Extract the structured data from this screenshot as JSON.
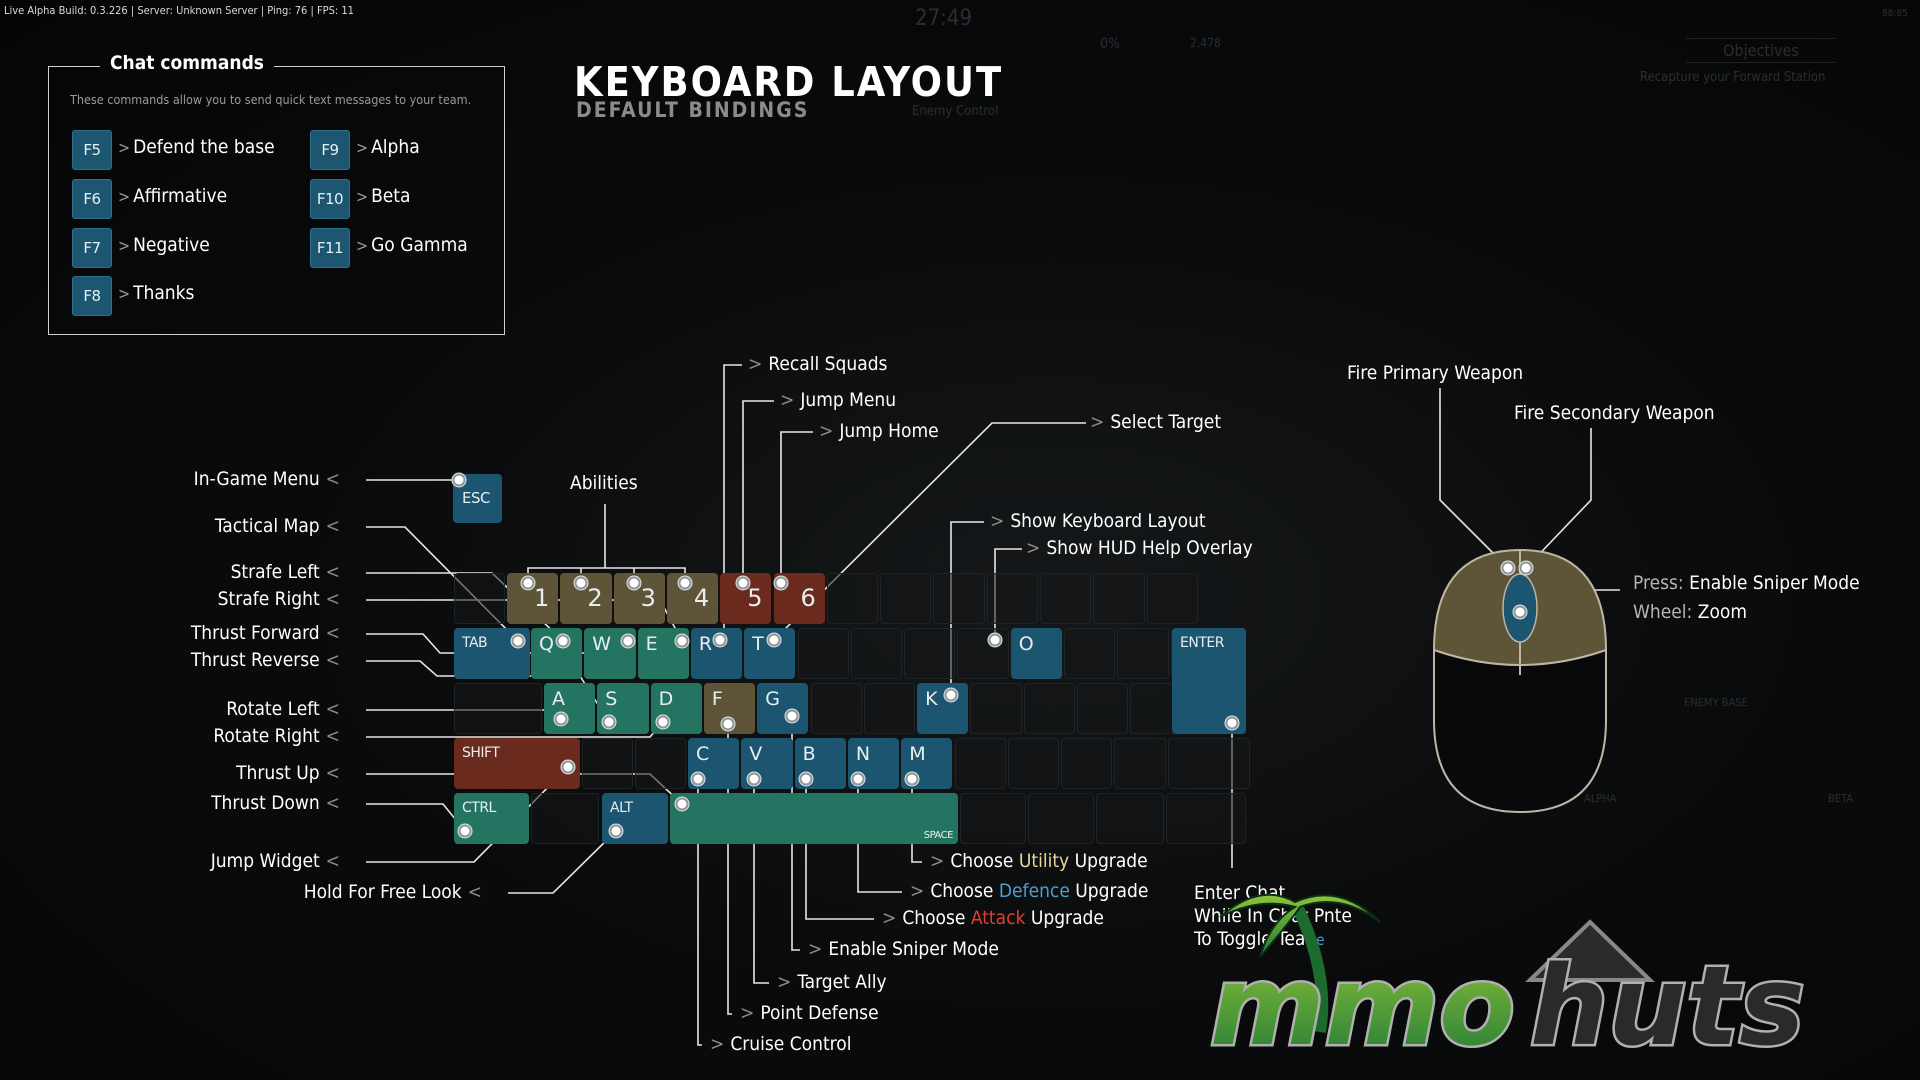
{
  "status_bar": "Live Alpha Build: 0.3.226 | Server: Unknown Server | Ping: 76 | FPS: 11",
  "background_hud": {
    "timer": "27:49",
    "enemy_control": "Enemy Control",
    "percent": "0%",
    "score": "2,478",
    "objectives_title": "Objectives",
    "objective": "Recapture your Forward Station",
    "clock": "88:85",
    "map_labels": [
      "ENEMY BASE",
      "ALPHA",
      "BETA"
    ]
  },
  "chat": {
    "title": "Chat commands",
    "description": "These commands allow you to send quick text messages to your team.",
    "commands": [
      {
        "key": "F5",
        "text": "Defend the base"
      },
      {
        "key": "F6",
        "text": "Affirmative"
      },
      {
        "key": "F7",
        "text": "Negative"
      },
      {
        "key": "F8",
        "text": "Thanks"
      },
      {
        "key": "F9",
        "text": "Alpha"
      },
      {
        "key": "F10",
        "text": "Beta"
      },
      {
        "key": "F11",
        "text": "Go Gamma"
      }
    ]
  },
  "header": {
    "title": "KEYBOARD LAYOUT",
    "subtitle": "DEFAULT BINDINGS"
  },
  "colors": {
    "blue": "#1b5570",
    "teal": "#237562",
    "olive": "#5e5438",
    "red": "#6a2a1e",
    "utility": "#e8d79a",
    "defence": "#4a9fd0",
    "attack": "#e0402c"
  },
  "keys": [
    {
      "id": "esc",
      "label": "ESC",
      "color": "blue"
    },
    {
      "id": "1",
      "label": "1",
      "color": "olive"
    },
    {
      "id": "2",
      "label": "2",
      "color": "olive"
    },
    {
      "id": "3",
      "label": "3",
      "color": "olive"
    },
    {
      "id": "4",
      "label": "4",
      "color": "olive"
    },
    {
      "id": "5",
      "label": "5",
      "color": "red"
    },
    {
      "id": "6",
      "label": "6",
      "color": "red"
    },
    {
      "id": "tab",
      "label": "TAB",
      "color": "blue"
    },
    {
      "id": "q",
      "label": "Q",
      "color": "teal"
    },
    {
      "id": "w",
      "label": "W",
      "color": "teal"
    },
    {
      "id": "e",
      "label": "E",
      "color": "teal"
    },
    {
      "id": "r",
      "label": "R",
      "color": "blue"
    },
    {
      "id": "t",
      "label": "T",
      "color": "blue"
    },
    {
      "id": "o",
      "label": "O",
      "color": "blue"
    },
    {
      "id": "enter",
      "label": "ENTER",
      "color": "blue"
    },
    {
      "id": "a",
      "label": "A",
      "color": "teal"
    },
    {
      "id": "s",
      "label": "S",
      "color": "teal"
    },
    {
      "id": "d",
      "label": "D",
      "color": "teal"
    },
    {
      "id": "f",
      "label": "F",
      "color": "olive"
    },
    {
      "id": "g",
      "label": "G",
      "color": "blue"
    },
    {
      "id": "k",
      "label": "K",
      "color": "blue"
    },
    {
      "id": "shift",
      "label": "SHIFT",
      "color": "red"
    },
    {
      "id": "c",
      "label": "C",
      "color": "blue"
    },
    {
      "id": "v",
      "label": "V",
      "color": "blue"
    },
    {
      "id": "b",
      "label": "B",
      "color": "blue"
    },
    {
      "id": "n",
      "label": "N",
      "color": "blue"
    },
    {
      "id": "m",
      "label": "M",
      "color": "blue"
    },
    {
      "id": "ctrl",
      "label": "CTRL",
      "color": "teal"
    },
    {
      "id": "alt",
      "label": "ALT",
      "color": "blue"
    },
    {
      "id": "space",
      "label": "SPACE",
      "color": "teal"
    }
  ],
  "bindings_left": [
    {
      "key": "esc",
      "action": "In-Game Menu"
    },
    {
      "key": "tab",
      "action": "Tactical Map"
    },
    {
      "key": "q",
      "action": "Strafe Left"
    },
    {
      "key": "e",
      "action": "Strafe Right"
    },
    {
      "key": "w",
      "action": "Thrust Forward"
    },
    {
      "key": "s",
      "action": "Thrust Reverse"
    },
    {
      "key": "a",
      "action": "Rotate Left"
    },
    {
      "key": "d",
      "action": "Rotate Right"
    },
    {
      "key": "space",
      "action": "Thrust Up"
    },
    {
      "key": "ctrl",
      "action": "Thrust Down"
    },
    {
      "key": "shift",
      "action": "Jump Widget"
    },
    {
      "key": "alt",
      "action": "Hold For Free Look"
    }
  ],
  "abilities_label": "Abilities",
  "bindings_top": [
    {
      "key": "r",
      "action": "Recall Squads"
    },
    {
      "key": "5",
      "action": "Jump Menu"
    },
    {
      "key": "6",
      "action": "Jump Home"
    },
    {
      "key": "t",
      "action": "Select  Target"
    },
    {
      "key": "k",
      "action": "Show Keyboard Layout"
    },
    {
      "key": "o",
      "action": "Show HUD Help Overlay"
    }
  ],
  "bindings_bottom": [
    {
      "key": "m",
      "pre": "Choose ",
      "highlight": "Utility",
      "post": " Upgrade",
      "hl_color": "utility"
    },
    {
      "key": "n",
      "pre": "Choose ",
      "highlight": "Defence",
      "post": " Upgrade",
      "hl_color": "defence"
    },
    {
      "key": "b",
      "pre": "Choose ",
      "highlight": "Attack",
      "post": " Upgrade",
      "hl_color": "attack"
    },
    {
      "key": "g",
      "pre": "Enable  Sniper Mode",
      "highlight": "",
      "post": ""
    },
    {
      "key": "v",
      "pre": "Target Ally",
      "highlight": "",
      "post": ""
    },
    {
      "key": "f",
      "pre": "Point Defense",
      "highlight": "",
      "post": ""
    },
    {
      "key": "c",
      "pre": "Cruise Control",
      "highlight": "",
      "post": ""
    }
  ],
  "enter_binding": [
    "Enter Chat",
    "While In Chat Pnte",
    "To Toggle Tean"
  ],
  "enter_binding_tail": "e",
  "mouse": {
    "primary": "Fire Primary Weapon",
    "secondary": "Fire Secondary Weapon",
    "wheel_press_prefix": "Press:",
    "wheel_press": "Enable Sniper Mode",
    "wheel_scroll_prefix": "Wheel:",
    "wheel_scroll": "Zoom"
  },
  "watermark": {
    "text_a": "mmo",
    "text_b": "huts"
  },
  "arrow_right": ">",
  "arrow_left": "<"
}
